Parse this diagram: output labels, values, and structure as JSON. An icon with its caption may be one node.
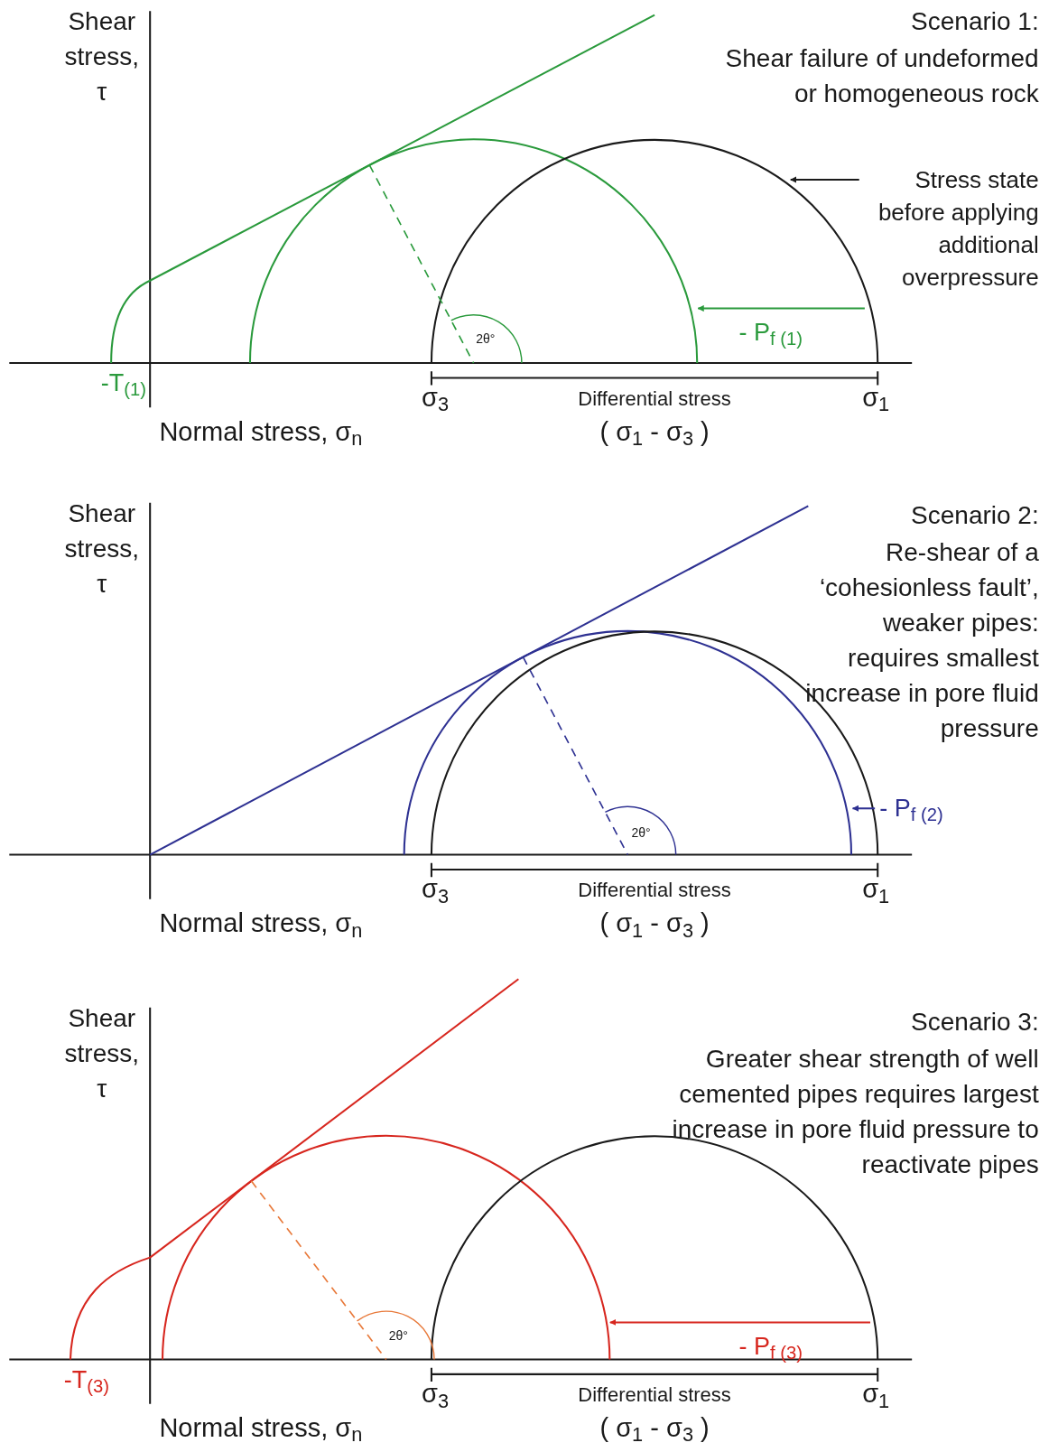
{
  "diagram": {
    "nodes": [
      {
        "text": [
          "Stress state before applying additional overpressure"
        ]
      },
      {
        "text": [],
        "shape": "circle"
      }
    ],
    "edges": [
      {
        "from": 0,
        "to": 1,
        "arrow": "to"
      }
    ],
    "labels": [
      "Shear stress, τ",
      "Scenario 1:",
      "Shear failure of undeformed or homogeneous rock",
      "-T$_{(1)}$",
      "2θ°",
      "- P$_{f (1)}$",
      "σ$_{3}$",
      "Differential stress",
      "σ$_{1}$",
      "Normal stress, σ$_{n}$",
      "( σ$_{1}$ - σ$_{3}$ )",
      "Shear stress, τ",
      "Scenario 2:",
      "Re-shear of a ‘cohesionless fault’, weaker pipes: requires smallest increase in pore fluid pressure",
      "2θ°",
      "- P$_{f (2)}$",
      "σ$_{3}$",
      "Differential stress",
      "σ$_{1}$",
      "Normal stress, σ$_{n}$",
      "( σ$_{1}$ - σ$_{3}$ )",
      "Shear stress, τ",
      "Scenario 3:",
      "Greater shear strength of well cemented pipes requires largest increase in pore fluid pressure to reactivate pipes",
      "-T$_{(3)}$",
      "2θ°",
      "- P$_{f (3)}$",
      "σ$_{3}$",
      "Differential stress",
      "σ$_{1}$",
      "Normal stress, σ$_{n}$",
      "( σ$_{1}$ - σ$_{3}$ )"
    ]
  }
}
